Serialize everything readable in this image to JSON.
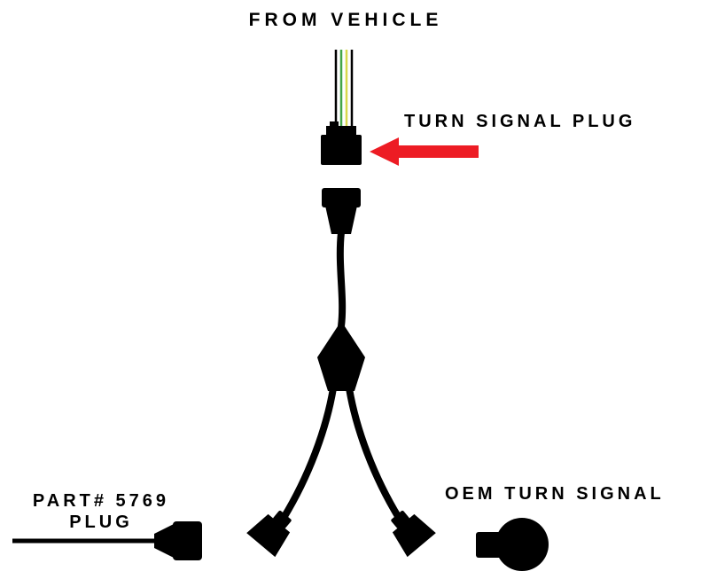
{
  "diagram": {
    "labels": {
      "from_vehicle": "FROM VEHICLE",
      "turn_signal_plug": "TURN SIGNAL PLUG",
      "part_plug_line1": "PART# 5769",
      "part_plug_line2": "PLUG",
      "oem_turn_signal": "OEM TURN SIGNAL"
    },
    "colors": {
      "harness_black": "#000000",
      "wire_green": "#44a548",
      "wire_yellow": "#d8d84c",
      "arrow_red": "#ed1c24",
      "background": "#ffffff"
    }
  }
}
